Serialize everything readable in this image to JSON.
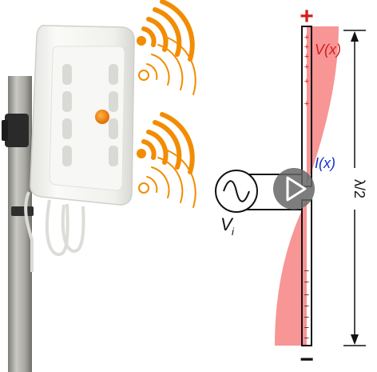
{
  "colors": {
    "signal_orange": "#f28c00",
    "voltage_fill": "#f78a8a",
    "voltage_text": "#d21e1e",
    "current_text": "#1a2fcc",
    "pole": "#a8a8a2",
    "antenna_body": "#f4f4f2",
    "play_overlay": "#666666"
  },
  "antenna_photo": {
    "brand_badge_icon": "orange-dot-badge-icon",
    "signal_icons": [
      "wifi-signal-icon",
      "wifi-signal-icon"
    ]
  },
  "dipole": {
    "top_terminal": "+",
    "bottom_terminal": "−",
    "voltage_label": "V(x)",
    "current_label": "I(x)",
    "length_label": "λ/2",
    "source_label": "V",
    "source_subscript": "i",
    "plus_marks": [
      "+",
      "+",
      "+",
      "+",
      "+",
      "+"
    ],
    "minus_marks": [
      "−",
      "−",
      "−",
      "−",
      "−",
      "−",
      "−"
    ]
  },
  "overlay": {
    "icon": "play-icon"
  }
}
